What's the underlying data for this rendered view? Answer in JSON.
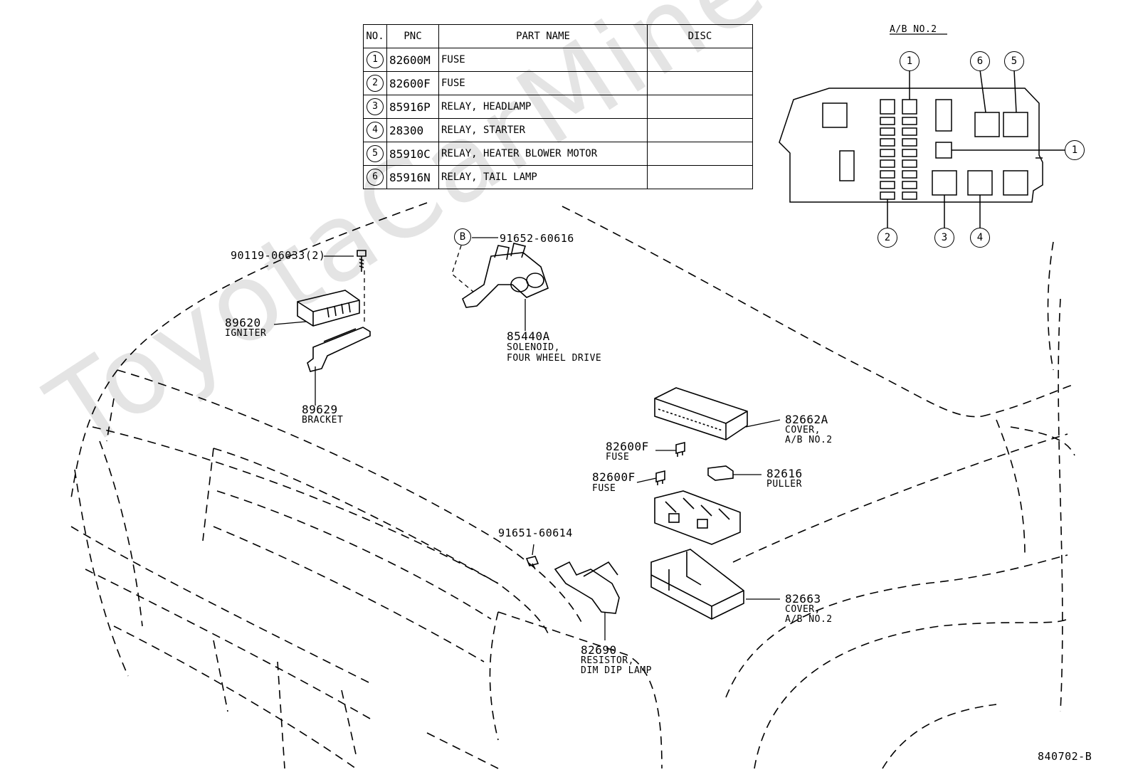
{
  "watermark": "ToyotaCarMine.ru",
  "table": {
    "headers": [
      "NO.",
      "PNC",
      "PART NAME",
      "DISC"
    ],
    "rows": [
      {
        "no": "1",
        "pnc": "82600M",
        "name": "FUSE",
        "disc": ""
      },
      {
        "no": "2",
        "pnc": "82600F",
        "name": "FUSE",
        "disc": ""
      },
      {
        "no": "3",
        "pnc": "85916P",
        "name": "RELAY, HEADLAMP",
        "disc": ""
      },
      {
        "no": "4",
        "pnc": "28300",
        "name": "RELAY, STARTER",
        "disc": ""
      },
      {
        "no": "5",
        "pnc": "85910C",
        "name": "RELAY, HEATER BLOWER MOTOR",
        "disc": ""
      },
      {
        "no": "6",
        "pnc": "85916N",
        "name": "RELAY, TAIL LAMP",
        "disc": ""
      }
    ]
  },
  "relay_box": {
    "title": "A/B NO.2",
    "callouts": [
      "1",
      "6",
      "5",
      "1",
      "2",
      "3",
      "4"
    ]
  },
  "parts": {
    "bolt": {
      "pnc": "90119-06033",
      "qty": "(2)"
    },
    "igniter": {
      "pnc": "89620",
      "name": "IGNITER"
    },
    "bracket": {
      "pnc": "89629",
      "name": "BRACKET"
    },
    "screw_b": {
      "marker": "B",
      "pnc": "91652-60616"
    },
    "solenoid": {
      "pnc": "85440A",
      "name1": "SOLENOID,",
      "name2": "FOUR WHEEL DRIVE"
    },
    "cover_top": {
      "pnc": "82662A",
      "name1": "COVER,",
      "name2": "A/B NO.2"
    },
    "fuse1": {
      "pnc": "82600F",
      "name": "FUSE"
    },
    "fuse2": {
      "pnc": "82600F",
      "name": "FUSE"
    },
    "puller": {
      "pnc": "82616",
      "name": "PULLER"
    },
    "screw2": {
      "pnc": "91651-60614"
    },
    "resistor": {
      "pnc": "82690",
      "name1": "RESISTOR,",
      "name2": "DIM DIP LAMP"
    },
    "cover_bottom": {
      "pnc": "82663",
      "name1": "COVER,",
      "name2": "A/B NO.2"
    }
  },
  "figure_code": "840702-B"
}
